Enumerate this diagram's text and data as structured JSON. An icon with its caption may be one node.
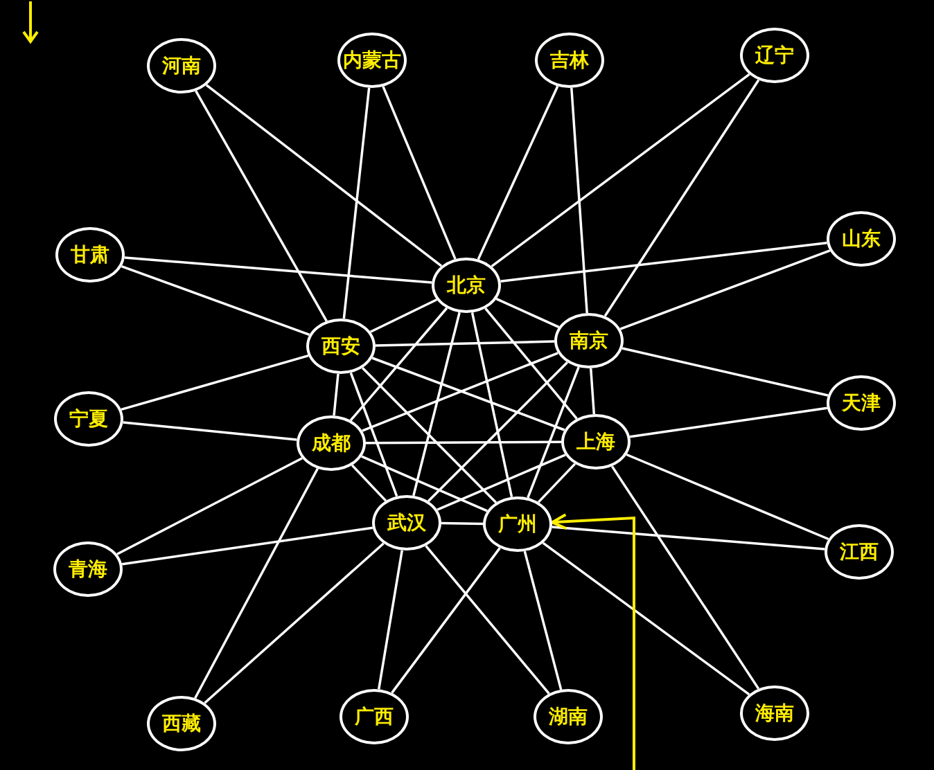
{
  "diagram": {
    "nodes": [
      {
        "text": [
          "河南"
        ]
      },
      {
        "text": [
          "内蒙古"
        ]
      },
      {
        "text": [
          "吉林"
        ]
      },
      {
        "text": [
          "辽宁"
        ]
      },
      {
        "text": [
          "甘肃"
        ]
      },
      {
        "text": [
          "山东"
        ]
      },
      {
        "text": [
          "北京"
        ]
      },
      {
        "text": [
          "西安"
        ]
      },
      {
        "text": [
          "南京"
        ]
      },
      {
        "text": [
          "宁夏"
        ]
      },
      {
        "text": [
          "天津"
        ]
      },
      {
        "text": [
          "成都"
        ]
      },
      {
        "text": [
          "上海"
        ]
      },
      {
        "text": [
          "武汉"
        ]
      },
      {
        "text": [
          "广州"
        ]
      },
      {
        "text": [
          "青海"
        ]
      },
      {
        "text": [
          "江西"
        ]
      },
      {
        "text": [
          "西藏"
        ]
      },
      {
        "text": [
          "广西"
        ]
      },
      {
        "text": [
          "湖南"
        ]
      },
      {
        "text": [
          "海南"
        ]
      }
    ],
    "edges": [
      {
        "from": 0,
        "to": 7,
        "arrow": "none"
      },
      {
        "from": 0,
        "to": 6,
        "arrow": "none"
      },
      {
        "from": 1,
        "to": 7,
        "arrow": "none"
      },
      {
        "from": 1,
        "to": 6,
        "arrow": "none"
      },
      {
        "from": 2,
        "to": 6,
        "arrow": "none"
      },
      {
        "from": 2,
        "to": 8,
        "arrow": "none"
      },
      {
        "from": 3,
        "to": 6,
        "arrow": "none"
      },
      {
        "from": 3,
        "to": 8,
        "arrow": "none"
      },
      {
        "from": 4,
        "to": 6,
        "arrow": "none"
      },
      {
        "from": 4,
        "to": 7,
        "arrow": "none"
      },
      {
        "from": 5,
        "to": 6,
        "arrow": "none"
      },
      {
        "from": 5,
        "to": 8,
        "arrow": "none"
      },
      {
        "from": 6,
        "to": 7,
        "arrow": "none"
      },
      {
        "from": 6,
        "to": 8,
        "arrow": "none"
      },
      {
        "from": 6,
        "to": 11,
        "arrow": "none"
      },
      {
        "from": 6,
        "to": 12,
        "arrow": "none"
      },
      {
        "from": 6,
        "to": 13,
        "arrow": "none"
      },
      {
        "from": 6,
        "to": 14,
        "arrow": "none"
      },
      {
        "from": 7,
        "to": 8,
        "arrow": "none"
      },
      {
        "from": 7,
        "to": 11,
        "arrow": "none"
      },
      {
        "from": 7,
        "to": 12,
        "arrow": "none"
      },
      {
        "from": 7,
        "to": 13,
        "arrow": "none"
      },
      {
        "from": 7,
        "to": 14,
        "arrow": "none"
      },
      {
        "from": 8,
        "to": 11,
        "arrow": "none"
      },
      {
        "from": 8,
        "to": 12,
        "arrow": "none"
      },
      {
        "from": 8,
        "to": 13,
        "arrow": "none"
      },
      {
        "from": 8,
        "to": 14,
        "arrow": "none"
      },
      {
        "from": 11,
        "to": 12,
        "arrow": "none"
      },
      {
        "from": 11,
        "to": 13,
        "arrow": "none"
      },
      {
        "from": 11,
        "to": 14,
        "arrow": "none"
      },
      {
        "from": 12,
        "to": 13,
        "arrow": "none"
      },
      {
        "from": 12,
        "to": 14,
        "arrow": "none"
      },
      {
        "from": 13,
        "to": 14,
        "arrow": "none"
      },
      {
        "from": 9,
        "to": 7,
        "arrow": "none"
      },
      {
        "from": 9,
        "to": 11,
        "arrow": "none"
      },
      {
        "from": 10,
        "to": 8,
        "arrow": "none"
      },
      {
        "from": 10,
        "to": 12,
        "arrow": "none"
      },
      {
        "from": 15,
        "to": 11,
        "arrow": "none"
      },
      {
        "from": 15,
        "to": 13,
        "arrow": "none"
      },
      {
        "from": 16,
        "to": 12,
        "arrow": "none"
      },
      {
        "from": 16,
        "to": 14,
        "arrow": "none"
      },
      {
        "from": 17,
        "to": 11,
        "arrow": "none"
      },
      {
        "from": 17,
        "to": 13,
        "arrow": "none"
      },
      {
        "from": 18,
        "to": 13,
        "arrow": "none"
      },
      {
        "from": 18,
        "to": 14,
        "arrow": "none"
      },
      {
        "from": 19,
        "to": 13,
        "arrow": "none"
      },
      {
        "from": 19,
        "to": 14,
        "arrow": "none"
      },
      {
        "from": 20,
        "to": 14,
        "arrow": "none"
      },
      {
        "from": 20,
        "to": 12,
        "arrow": "none"
      },
      {
        "from": null,
        "to": 14,
        "arrow": "to",
        "color": "#ffee00"
      }
    ]
  }
}
